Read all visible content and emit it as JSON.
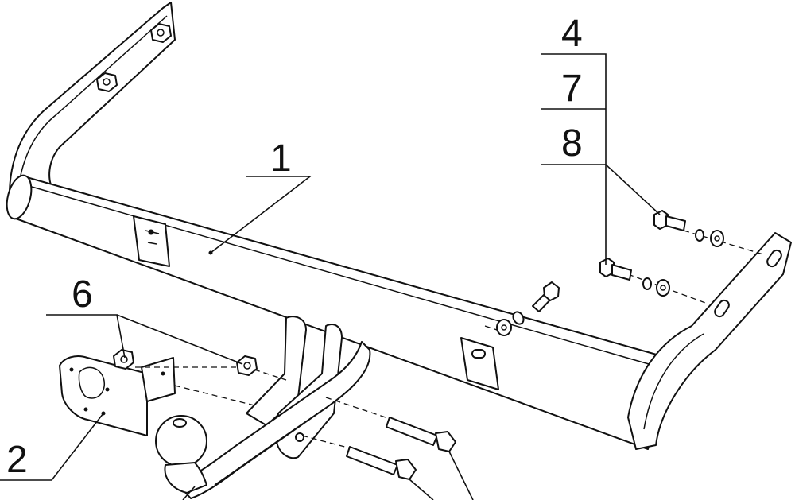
{
  "callouts": {
    "tube": "1",
    "socket_plate": "2",
    "bolt_group": [
      "4",
      "7",
      "8"
    ],
    "nut": "6"
  },
  "colors": {
    "line": "#111111",
    "background": "#ffffff"
  }
}
